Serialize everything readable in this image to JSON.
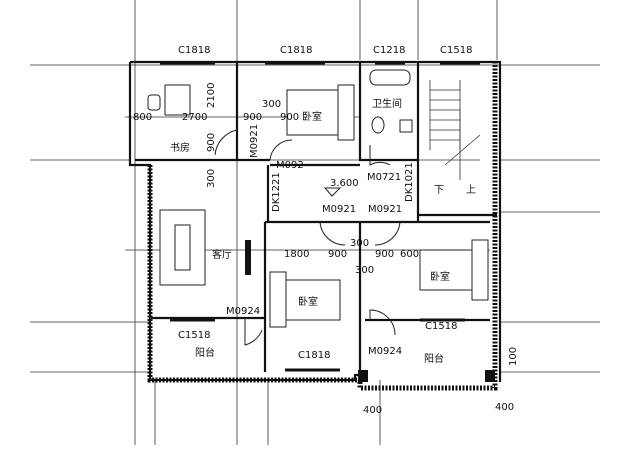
{
  "plan": {
    "windows": {
      "w1": "C1818",
      "w2": "C1818",
      "w3": "C1218",
      "w4": "C1518",
      "w5": "C1518",
      "w6": "C1518",
      "w7": "C1818"
    },
    "rooms": {
      "study": "书房",
      "bedroom_top": "卧室",
      "bathroom": "卫生间",
      "living": "客厅",
      "bedroom_center": "卧室",
      "bedroom_right": "卧室",
      "balcony_left": "阳台",
      "balcony_right": "阳台"
    },
    "doors": {
      "d1": "M0921",
      "d2": "M092",
      "d3": "M0721",
      "d4": "DK1021",
      "d5": "DK1221",
      "d6": "M0921",
      "d7": "M0921",
      "d8": "M0924",
      "d9": "M0924"
    },
    "stairs": {
      "down": "下",
      "up": "上"
    },
    "elevation": "3.600",
    "dims": {
      "a": "800",
      "b": "2700",
      "c": "2100",
      "d": "900",
      "e": "300",
      "f": "900",
      "g": "900",
      "h": "300",
      "i": "300",
      "j": "1800",
      "k": "900",
      "l": "900",
      "m": "600",
      "n": "300",
      "o": "100",
      "p": "400",
      "q": "400"
    }
  }
}
